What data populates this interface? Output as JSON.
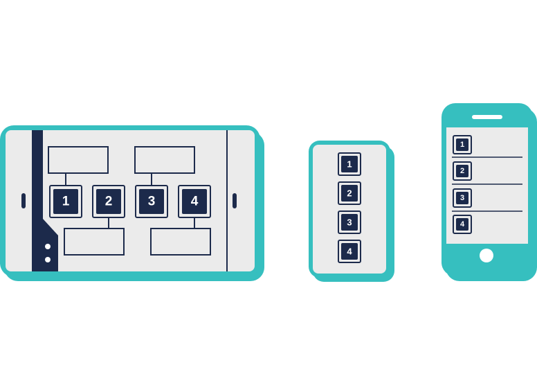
{
  "colors": {
    "teal": "#36bfbf",
    "navy": "#1c2a4b",
    "screen": "#ebebeb",
    "background": "#ffffff"
  },
  "tablet": {
    "kind": "tablet-landscape",
    "steps": [
      {
        "label": "1"
      },
      {
        "label": "2"
      },
      {
        "label": "3"
      },
      {
        "label": "4"
      }
    ]
  },
  "watch": {
    "kind": "small-device",
    "steps": [
      {
        "label": "1"
      },
      {
        "label": "2"
      },
      {
        "label": "3"
      },
      {
        "label": "4"
      }
    ]
  },
  "phone": {
    "kind": "phone-portrait",
    "steps": [
      {
        "label": "1"
      },
      {
        "label": "2"
      },
      {
        "label": "3"
      },
      {
        "label": "4"
      }
    ]
  },
  "icons": {
    "home_button": "home-button-icon",
    "speaker": "speaker-icon",
    "menu_dots": "menu-dots-icon"
  }
}
